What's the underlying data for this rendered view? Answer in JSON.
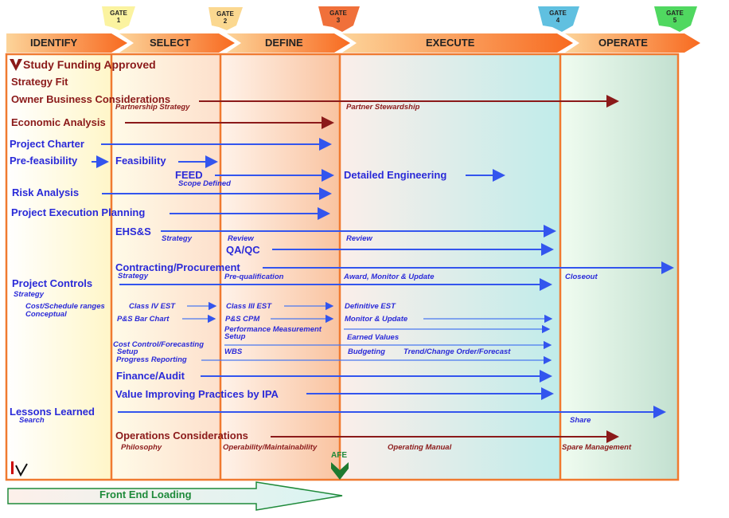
{
  "colors": {
    "red": "#8b1a1a",
    "blue": "#2a2ad8",
    "arrow_blue": "#3355ee",
    "green": "#1e8a3a",
    "border": "#f07a30"
  },
  "gates": [
    {
      "label": "GATE",
      "num": "1"
    },
    {
      "label": "GATE",
      "num": "2"
    },
    {
      "label": "GATE",
      "num": "3"
    },
    {
      "label": "GATE",
      "num": "4"
    },
    {
      "label": "GATE",
      "num": "5"
    }
  ],
  "phases": [
    "IDENTIFY",
    "SELECT",
    "DEFINE",
    "EXECUTE",
    "OPERATE"
  ],
  "red": {
    "study": "Study Funding Approved",
    "strategy_fit": "Strategy Fit",
    "owner": "Owner Business Considerations",
    "partnership": "Partnership Strategy",
    "stewardship": "Partner Stewardship",
    "economic": "Economic Analysis",
    "ops": "Operations Considerations",
    "philosophy": "Philosophy",
    "operability": "Operability/Maintainability",
    "manual": "Operating Manual",
    "spare": "Spare Management"
  },
  "blue": {
    "charter": "Project Charter",
    "prefeas": "Pre-feasibility",
    "feas": "Feasibility",
    "feed": "FEED",
    "scope": "Scope Defined",
    "detailed": "Detailed Engineering",
    "risk": "Risk Analysis",
    "pep": "Project Execution Planning",
    "ehss": "EHS&S",
    "ehss_strategy": "Strategy",
    "ehss_review1": "Review",
    "ehss_review2": "Review",
    "qaqc": "QA/QC",
    "contracting": "Contracting/Procurement",
    "c_strategy": "Strategy",
    "c_prequal": "Pre-qualification",
    "c_award": "Award, Monitor & Update",
    "c_closeout": "Closeout",
    "controls": "Project Controls",
    "pc_strategy": "Strategy",
    "cost_sched": "Cost/Schedule  ranges",
    "conceptual": "Conceptual",
    "class4": "Class IV EST",
    "class3": "Class III EST",
    "definitive": "Definitive EST",
    "barchart": "P&S Bar Chart",
    "cpm": "P&S CPM",
    "monitor": "Monitor & Update",
    "perf": "Performance  Measurement",
    "perf_setup": "Setup",
    "earned": "Earned Values",
    "costctl": "Cost Control/Forecasting",
    "costctl_setup": "Setup",
    "wbs": "WBS",
    "budgeting": "Budgeting",
    "trend": "Trend/Change  Order/Forecast",
    "progress": "Progress Reporting",
    "finance": "Finance/Audit",
    "vip": "Value Improving Practices by IPA",
    "lessons": "Lessons Learned",
    "search": "Search",
    "share": "Share"
  },
  "afe": "AFE",
  "fel": "Front End Loading",
  "logo": "Integral Vision"
}
